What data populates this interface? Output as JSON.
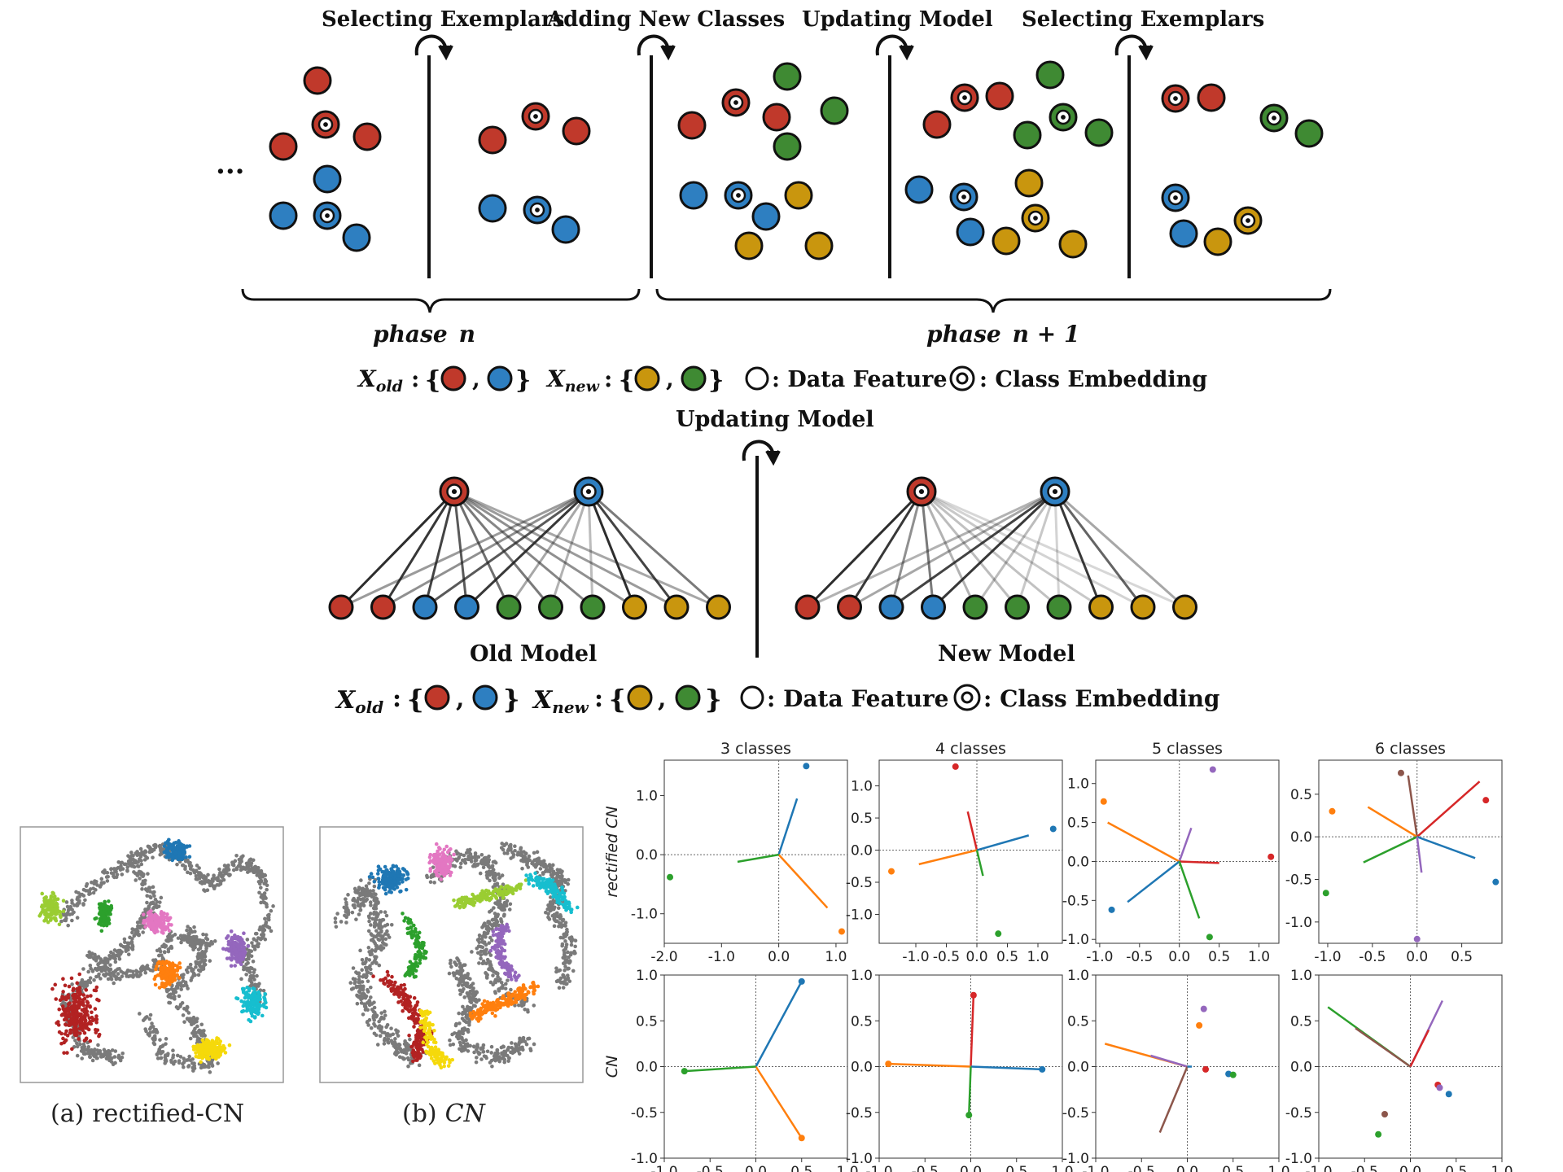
{
  "colors": {
    "old_a": "#c0392b",
    "old_b": "#2e7fc1",
    "new_a": "#c9960e",
    "new_b": "#3f8a33",
    "gray": "#7a7a7a",
    "series": [
      "#1f77b4",
      "#ff7f0e",
      "#2ca02c",
      "#d62728",
      "#9467bd",
      "#8c564b"
    ]
  },
  "top_panel": {
    "labels": {
      "select1": "Selecting Exemplars",
      "add": "Adding New Classes",
      "update": "Updating Model",
      "select2": "Selecting Exemplars"
    },
    "ellipsis": "···",
    "phase_n": {
      "word": "phase",
      "var": "n"
    },
    "phase_n1": {
      "word": "phase",
      "var": "n + 1"
    },
    "legend": {
      "x_old": "X",
      "x_old_sub": "old",
      "x_new": "X",
      "x_new_sub": "new",
      "sep": ":",
      "open_brace": "{",
      "comma": ",",
      "close_brace": "}",
      "data_feature": ": Data Feature",
      "class_embedding": ": Class Embedding"
    }
  },
  "middle_panel": {
    "title": "Updating Model",
    "old_model": "Old Model",
    "new_model": "New Model",
    "legend": {
      "x_old": "X",
      "x_old_sub": "old",
      "x_new": "X",
      "x_new_sub": "new",
      "data_feature": ": Data Feature",
      "class_embedding": ": Class Embedding"
    }
  },
  "tsne": {
    "caption_a_prefix": "(a)",
    "caption_a": "rectified-CN",
    "caption_b_prefix": "(b)",
    "caption_b": "CN"
  },
  "chart_data": [
    {
      "type": "scatter",
      "title": "3 classes",
      "row": "rectified CN",
      "xlim": [
        -2.0,
        1.2
      ],
      "ylim": [
        -1.5,
        1.6
      ],
      "xticks": [
        "-2.0",
        "-1.0",
        "0.0",
        "1.0"
      ],
      "xtick_vals": [
        -2.0,
        -1.0,
        0.0,
        1.0
      ],
      "yticks": [
        "1.0",
        "0.0",
        "-1.0"
      ],
      "ytick_vals": [
        1.0,
        0.0,
        -1.0
      ],
      "vectors": [
        {
          "color": "#1f77b4",
          "x": 0.32,
          "y": 0.95
        },
        {
          "color": "#ff7f0e",
          "x": 0.85,
          "y": -0.9
        },
        {
          "color": "#2ca02c",
          "x": -0.72,
          "y": -0.12
        }
      ],
      "points": [
        {
          "color": "#1f77b4",
          "x": 0.48,
          "y": 1.5
        },
        {
          "color": "#ff7f0e",
          "x": 1.1,
          "y": -1.3
        },
        {
          "color": "#2ca02c",
          "x": -1.9,
          "y": -0.38
        }
      ]
    },
    {
      "type": "scatter",
      "title": "4 classes",
      "xlim": [
        -1.6,
        1.4
      ],
      "ylim": [
        -1.45,
        1.4
      ],
      "xticks": [
        "-1.0",
        "-0.5",
        "0.0",
        "0.5",
        "1.0"
      ],
      "xtick_vals": [
        -1.0,
        -0.5,
        0.0,
        0.5,
        1.0
      ],
      "yticks": [
        "1.0",
        "0.5",
        "0.0",
        "-0.5",
        "-1.0"
      ],
      "ytick_vals": [
        1.0,
        0.5,
        0.0,
        -0.5,
        -1.0
      ],
      "vectors": [
        {
          "color": "#d62728",
          "x": -0.15,
          "y": 0.6
        },
        {
          "color": "#1f77b4",
          "x": 0.85,
          "y": 0.23
        },
        {
          "color": "#ff7f0e",
          "x": -0.95,
          "y": -0.22
        },
        {
          "color": "#2ca02c",
          "x": 0.1,
          "y": -0.4
        }
      ],
      "points": [
        {
          "color": "#d62728",
          "x": -0.35,
          "y": 1.3
        },
        {
          "color": "#1f77b4",
          "x": 1.25,
          "y": 0.33
        },
        {
          "color": "#ff7f0e",
          "x": -1.4,
          "y": -0.33
        },
        {
          "color": "#2ca02c",
          "x": 0.35,
          "y": -1.3
        }
      ]
    },
    {
      "type": "scatter",
      "title": "5 classes",
      "xlim": [
        -1.05,
        1.25
      ],
      "ylim": [
        -1.05,
        1.3
      ],
      "xticks": [
        "-1.0",
        "-0.5",
        "0.0",
        "0.5",
        "1.0"
      ],
      "xtick_vals": [
        -1.0,
        -0.5,
        0.0,
        0.5,
        1.0
      ],
      "yticks": [
        "1.0",
        "0.5",
        "0.0",
        "-0.5",
        "-1.0"
      ],
      "ytick_vals": [
        1.0,
        0.5,
        0.0,
        -0.5,
        -1.0
      ],
      "vectors": [
        {
          "color": "#9467bd",
          "x": 0.15,
          "y": 0.43
        },
        {
          "color": "#d62728",
          "x": 0.5,
          "y": -0.02
        },
        {
          "color": "#ff7f0e",
          "x": -0.9,
          "y": 0.5
        },
        {
          "color": "#1f77b4",
          "x": -0.65,
          "y": -0.52
        },
        {
          "color": "#2ca02c",
          "x": 0.25,
          "y": -0.73
        }
      ],
      "points": [
        {
          "color": "#9467bd",
          "x": 0.42,
          "y": 1.18
        },
        {
          "color": "#d62728",
          "x": 1.15,
          "y": 0.06
        },
        {
          "color": "#ff7f0e",
          "x": -0.95,
          "y": 0.77
        },
        {
          "color": "#1f77b4",
          "x": -0.85,
          "y": -0.62
        },
        {
          "color": "#2ca02c",
          "x": 0.38,
          "y": -0.97
        }
      ]
    },
    {
      "type": "scatter",
      "title": "6 classes",
      "xlim": [
        -1.1,
        0.95
      ],
      "ylim": [
        -1.25,
        0.9
      ],
      "xticks": [
        "-1.0",
        "-0.5",
        "0.0",
        "0.5"
      ],
      "xtick_vals": [
        -1.0,
        -0.5,
        0.0,
        0.5
      ],
      "yticks": [
        "0.5",
        "0.0",
        "-0.5",
        "-1.0"
      ],
      "ytick_vals": [
        0.5,
        0.0,
        -0.5,
        -1.0
      ],
      "vectors": [
        {
          "color": "#8c564b",
          "x": -0.1,
          "y": 0.72
        },
        {
          "color": "#d62728",
          "x": 0.7,
          "y": 0.65
        },
        {
          "color": "#ff7f0e",
          "x": -0.55,
          "y": 0.35
        },
        {
          "color": "#2ca02c",
          "x": -0.6,
          "y": -0.3
        },
        {
          "color": "#1f77b4",
          "x": 0.65,
          "y": -0.25
        },
        {
          "color": "#9467bd",
          "x": 0.05,
          "y": -0.42
        }
      ],
      "points": [
        {
          "color": "#8c564b",
          "x": -0.18,
          "y": 0.75
        },
        {
          "color": "#d62728",
          "x": 0.77,
          "y": 0.43
        },
        {
          "color": "#ff7f0e",
          "x": -0.95,
          "y": 0.3
        },
        {
          "color": "#2ca02c",
          "x": -1.02,
          "y": -0.66
        },
        {
          "color": "#1f77b4",
          "x": 0.88,
          "y": -0.53
        },
        {
          "color": "#9467bd",
          "x": 0.0,
          "y": -1.2
        }
      ]
    },
    {
      "type": "scatter",
      "row": "CN",
      "xlim": [
        -1.0,
        1.0
      ],
      "ylim": [
        -1.0,
        1.0
      ],
      "xticks": [
        "-1.0",
        "-0.5",
        "0.0",
        "0.5",
        "1.0"
      ],
      "xtick_vals": [
        -1.0,
        -0.5,
        0.0,
        0.5,
        1.0
      ],
      "yticks": [
        "1.0",
        "0.5",
        "0.0",
        "-0.5",
        "-1.0"
      ],
      "ytick_vals": [
        1.0,
        0.5,
        0.0,
        -0.5,
        -1.0
      ],
      "vectors": [
        {
          "color": "#1f77b4",
          "x": 0.5,
          "y": 0.93
        },
        {
          "color": "#ff7f0e",
          "x": 0.5,
          "y": -0.78
        },
        {
          "color": "#2ca02c",
          "x": -0.78,
          "y": -0.05
        }
      ],
      "points": [
        {
          "color": "#1f77b4",
          "x": 0.5,
          "y": 0.93
        },
        {
          "color": "#ff7f0e",
          "x": 0.5,
          "y": -0.78
        },
        {
          "color": "#2ca02c",
          "x": -0.78,
          "y": -0.05
        }
      ]
    },
    {
      "type": "scatter",
      "xlim": [
        -1.0,
        1.0
      ],
      "ylim": [
        -1.0,
        1.0
      ],
      "xticks": [
        "-1.0",
        "-0.5",
        "0.0",
        "0.5",
        "1.0"
      ],
      "xtick_vals": [
        -1.0,
        -0.5,
        0.0,
        0.5,
        1.0
      ],
      "yticks": [
        "1.0",
        "0.5",
        "0.0",
        "-0.5",
        "-1.0"
      ],
      "ytick_vals": [
        1.0,
        0.5,
        0.0,
        -0.5,
        -1.0
      ],
      "vectors": [
        {
          "color": "#d62728",
          "x": 0.03,
          "y": 0.78
        },
        {
          "color": "#1f77b4",
          "x": 0.78,
          "y": -0.03
        },
        {
          "color": "#ff7f0e",
          "x": -0.9,
          "y": 0.03
        },
        {
          "color": "#2ca02c",
          "x": -0.02,
          "y": -0.53
        }
      ],
      "points": [
        {
          "color": "#d62728",
          "x": 0.03,
          "y": 0.78
        },
        {
          "color": "#1f77b4",
          "x": 0.78,
          "y": -0.03
        },
        {
          "color": "#ff7f0e",
          "x": -0.9,
          "y": 0.03
        },
        {
          "color": "#2ca02c",
          "x": -0.02,
          "y": -0.53
        }
      ]
    },
    {
      "type": "scatter",
      "xlim": [
        -1.0,
        1.0
      ],
      "ylim": [
        -1.0,
        1.0
      ],
      "xticks": [
        "-1.0",
        "-0.5",
        "0.0",
        "0.5",
        "1.0"
      ],
      "xtick_vals": [
        -1.0,
        -0.5,
        0.0,
        0.5,
        1.0
      ],
      "yticks": [
        "1.0",
        "0.5",
        "0.0",
        "-0.5",
        "-1.0"
      ],
      "ytick_vals": [
        1.0,
        0.5,
        0.0,
        -0.5,
        -1.0
      ],
      "vectors": [
        {
          "color": "#ff7f0e",
          "x": -0.9,
          "y": 0.25
        },
        {
          "color": "#9467bd",
          "x": -0.4,
          "y": 0.12
        },
        {
          "color": "#8c564b",
          "x": -0.3,
          "y": -0.72
        },
        {
          "color": "#1f77b4",
          "x": 0.05,
          "y": 0.0
        }
      ],
      "points": [
        {
          "color": "#9467bd",
          "x": 0.18,
          "y": 0.63
        },
        {
          "color": "#ff7f0e",
          "x": 0.13,
          "y": 0.45
        },
        {
          "color": "#d62728",
          "x": 0.2,
          "y": -0.03
        },
        {
          "color": "#1f77b4",
          "x": 0.45,
          "y": -0.08
        },
        {
          "color": "#2ca02c",
          "x": 0.5,
          "y": -0.09
        }
      ]
    },
    {
      "type": "scatter",
      "xlim": [
        -1.0,
        1.0
      ],
      "ylim": [
        -1.0,
        1.0
      ],
      "xticks": [
        "-1.0",
        "-0.5",
        "0.0",
        "0.5",
        "1.0"
      ],
      "xtick_vals": [
        -1.0,
        -0.5,
        0.0,
        0.5,
        1.0
      ],
      "yticks": [
        "1.0",
        "0.5",
        "0.0",
        "-0.5",
        "-1.0"
      ],
      "ytick_vals": [
        1.0,
        0.5,
        0.0,
        -0.5,
        -1.0
      ],
      "vectors": [
        {
          "color": "#2ca02c",
          "x": -0.9,
          "y": 0.65
        },
        {
          "color": "#8c564b",
          "x": -0.6,
          "y": 0.42
        },
        {
          "color": "#9467bd",
          "x": 0.35,
          "y": 0.72
        },
        {
          "color": "#d62728",
          "x": 0.2,
          "y": 0.4
        }
      ],
      "points": [
        {
          "color": "#d62728",
          "x": 0.3,
          "y": -0.2
        },
        {
          "color": "#9467bd",
          "x": 0.32,
          "y": -0.23
        },
        {
          "color": "#1f77b4",
          "x": 0.42,
          "y": -0.3
        },
        {
          "color": "#8c564b",
          "x": -0.28,
          "y": -0.52
        },
        {
          "color": "#2ca02c",
          "x": -0.35,
          "y": -0.74
        }
      ]
    }
  ]
}
